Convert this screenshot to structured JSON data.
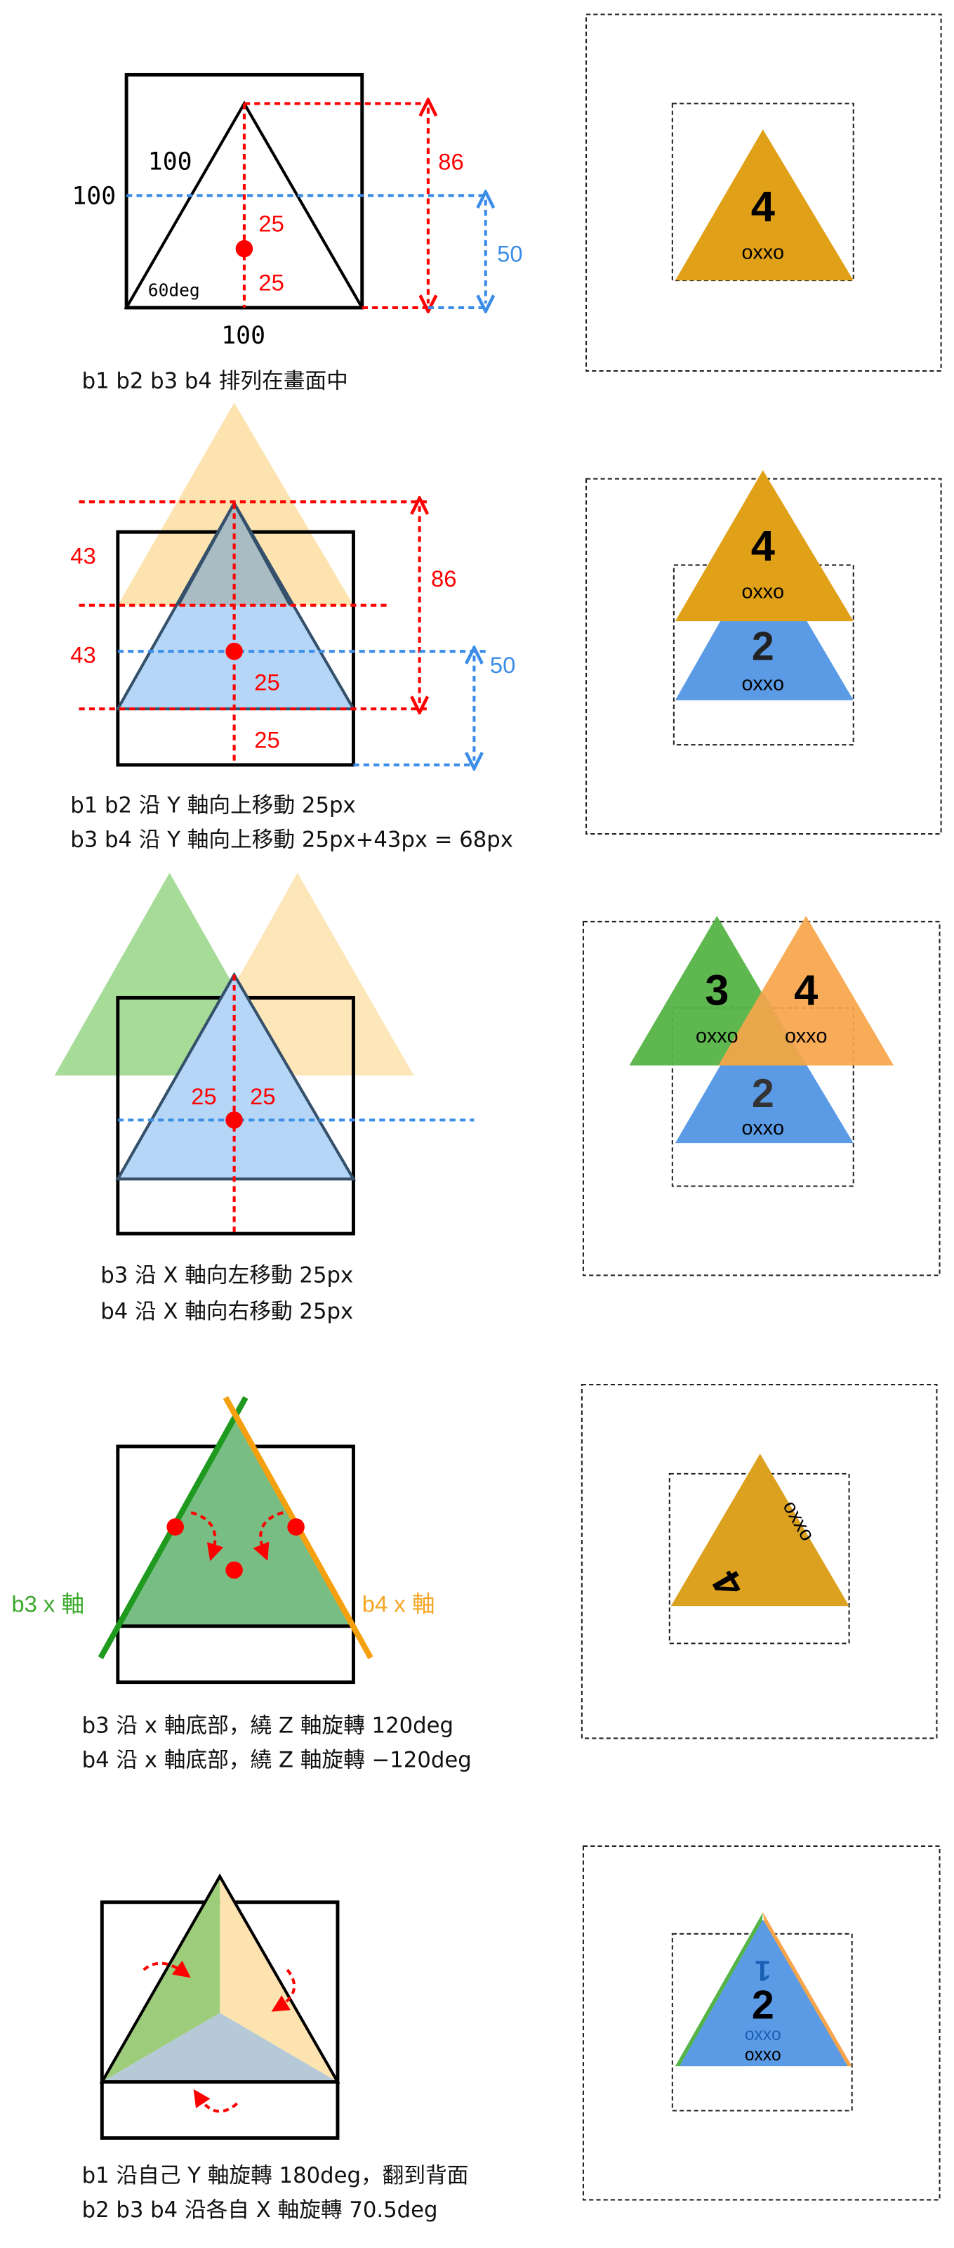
{
  "colors": {
    "orange_face": "#e0a118",
    "blue_face": "#5b9be6",
    "green_face": "#55b446",
    "light_orange_face": "#f7a54a",
    "dimension_red": "#ff0000",
    "dimension_blue": "#3b8de8",
    "b3_axis": "#2a9a1e",
    "b4_axis": "#f5a00e"
  },
  "step1": {
    "side_label": "100",
    "height_label": "100",
    "base_label": "100",
    "angle_label": "60deg",
    "upper_half": "25",
    "lower_half": "25",
    "total_height": "86",
    "offset": "50",
    "caption": "b1 b2 b3 b4 排列在畫面中",
    "preview": {
      "number": "4",
      "text": "oxxo"
    }
  },
  "step2": {
    "top_gap": "43",
    "bottom_gap": "43",
    "total_height": "86",
    "offset": "50",
    "upper_half": "25",
    "lower_half": "25",
    "caption_line1": "b1 b2 沿 Y 軸向上移動 25px",
    "caption_line2": "b3 b4 沿 Y 軸向上移動 25px+43px = 68px",
    "preview": {
      "top": {
        "number": "4",
        "text": "oxxo"
      },
      "bottom": {
        "number": "2",
        "text": "oxxo"
      }
    }
  },
  "step3": {
    "left_shift": "25",
    "right_shift": "25",
    "caption_line1": "b3 沿 X 軸向左移動 25px",
    "caption_line2": "b4 沿 X 軸向右移動 25px",
    "preview": {
      "left": {
        "number": "3",
        "text": "oxxo"
      },
      "right": {
        "number": "4",
        "text": "oxxo"
      },
      "bottom": {
        "number": "2",
        "text": "oxxo"
      }
    }
  },
  "step4": {
    "b3_axis_label": "b3 x 軸",
    "b4_axis_label": "b4 x 軸",
    "caption_line1": "b3 沿 x 軸底部，繞 Z 軸旋轉 120deg",
    "caption_line2": "b4 沿 x 軸底部，繞 Z 軸旋轉 −120deg",
    "preview": {
      "number": "4",
      "text": "oxxo"
    }
  },
  "step5": {
    "caption_line1": "b1 沿自己 Y 軸旋轉 180deg，翻到背面",
    "caption_line2": "b2 b3 b4 沿各自 X 軸旋轉 70.5deg",
    "preview": {
      "number": "2",
      "text": "oxxo",
      "text2": "oxxo",
      "back_number": "1"
    }
  }
}
